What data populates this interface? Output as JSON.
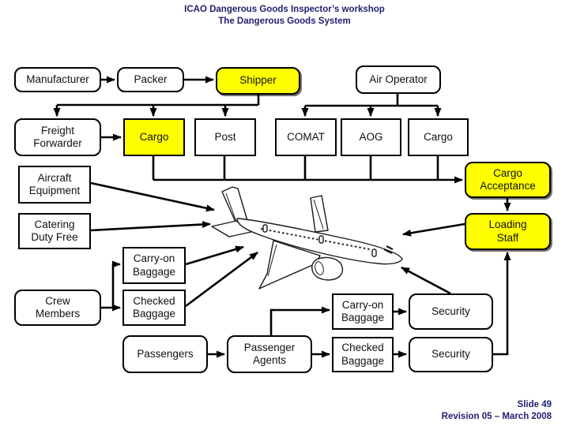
{
  "slide": {
    "title_line1": "ICAO Dangerous Goods Inspector’s workshop",
    "title_line2": "The Dangerous Goods System",
    "footer_line1": "Slide 49",
    "footer_line2": "Revision 05 – March 2008"
  },
  "colors": {
    "highlight_fill": "#FFFF00",
    "box_fill": "#FFFFFF",
    "box_border": "#000000",
    "title_text": "#1F1F70"
  },
  "illustration": {
    "name": "airplane-line-art"
  },
  "nodes": {
    "manufacturer": {
      "label": "Manufacturer"
    },
    "packer": {
      "label": "Packer"
    },
    "shipper": {
      "label": "Shipper",
      "highlighted": true
    },
    "air_operator": {
      "label": "Air Operator"
    },
    "freight_forwarder": {
      "label": "Freight\nForwarder"
    },
    "cargo_forwarder": {
      "label": "Cargo",
      "highlighted": true
    },
    "post": {
      "label": "Post"
    },
    "comat": {
      "label": "COMAT"
    },
    "aog": {
      "label": "AOG"
    },
    "cargo_operator": {
      "label": "Cargo"
    },
    "aircraft_equipment": {
      "label": "Aircraft\nEquipment"
    },
    "cargo_acceptance": {
      "label": "Cargo\nAcceptance",
      "highlighted": true
    },
    "catering_duty_free": {
      "label": "Catering\nDuty Free"
    },
    "loading_staff": {
      "label": "Loading\nStaff",
      "highlighted": true
    },
    "carryon_baggage_crew": {
      "label": "Carry-on\nBaggage"
    },
    "crew_members": {
      "label": "Crew\nMembers"
    },
    "checked_baggage_crew": {
      "label": "Checked\nBaggage"
    },
    "passengers": {
      "label": "Passengers"
    },
    "passenger_agents": {
      "label": "Passenger\nAgents"
    },
    "carryon_baggage_pax": {
      "label": "Carry-on\nBaggage"
    },
    "security_carryon": {
      "label": "Security"
    },
    "checked_baggage_pax": {
      "label": "Checked\nBaggage"
    },
    "security_checked": {
      "label": "Security"
    }
  }
}
